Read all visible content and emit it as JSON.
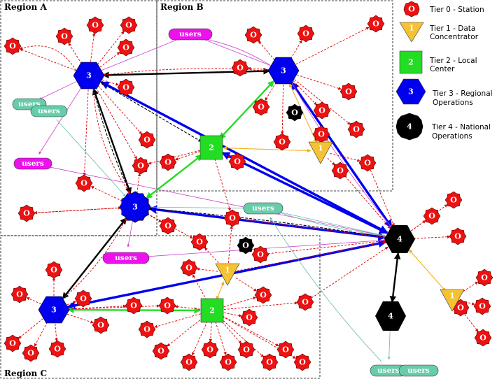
{
  "colors": {
    "station": "#ee1111",
    "tier1": "#f5c233",
    "tier2": "#22dd22",
    "tier3": "#0000ee",
    "tier4": "#000000",
    "users_magenta": "#ee11ee",
    "users_teal": "#66ccaa",
    "link_station": "#dd0000",
    "link_tier1": "#f0b020",
    "link_tier2": "#22dd22",
    "link_tier3": "#0000ee",
    "link_users_magenta": "#cc44cc",
    "link_users_teal": "#66bbaa",
    "link_black": "#000000"
  },
  "regions": [
    {
      "id": "A",
      "label": "Region A"
    },
    {
      "id": "B",
      "label": "Region B"
    },
    {
      "id": "C",
      "label": "Region C"
    }
  ],
  "legend": [
    {
      "tier": 0,
      "shape": "station",
      "symbol": "O",
      "lines": [
        "Tier 0 - Station"
      ]
    },
    {
      "tier": 1,
      "shape": "triangle",
      "symbol": "1",
      "lines": [
        "Tier 1 - Data",
        "Concentrator"
      ]
    },
    {
      "tier": 2,
      "shape": "square",
      "symbol": "2",
      "lines": [
        "Tier 2 - Local",
        "Center"
      ]
    },
    {
      "tier": 3,
      "shape": "hexagon",
      "symbol": "3",
      "lines": [
        "Tier 3 - Regional",
        "Operations"
      ]
    },
    {
      "tier": 4,
      "shape": "octagon",
      "symbol": "4",
      "lines": [
        "Tier 4 - National",
        "Operations"
      ]
    }
  ],
  "station_label": "O",
  "users_label": "users",
  "tier_labels": {
    "t1": "1",
    "t2": "2",
    "t3": "3",
    "t4": "4"
  }
}
